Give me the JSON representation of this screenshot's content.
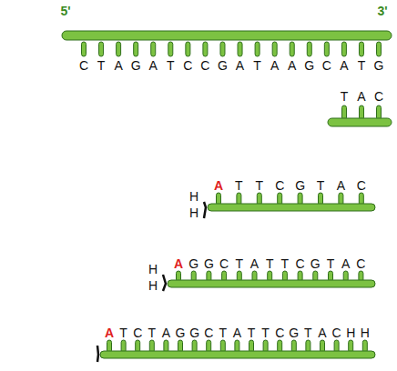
{
  "diagram": {
    "labels": [
      "5'",
      "3'",
      "C",
      "T",
      "A",
      "G",
      "A",
      "T",
      "C",
      "C",
      "G",
      "A",
      "T",
      "A",
      "A",
      "G",
      "C",
      "A",
      "T",
      "G",
      "T",
      "A",
      "C",
      "A",
      "T",
      "T",
      "C",
      "G",
      "T",
      "A",
      "C",
      "H",
      "H",
      "A",
      "G",
      "G",
      "C",
      "T",
      "A",
      "T",
      "T",
      "C",
      "G",
      "T",
      "A",
      "C",
      "H",
      "H",
      "A",
      "T",
      "C",
      "T",
      "A",
      "G",
      "G",
      "C",
      "T",
      "A",
      "T",
      "T",
      "C",
      "G",
      "T",
      "A",
      "C",
      "H",
      "H"
    ]
  }
}
